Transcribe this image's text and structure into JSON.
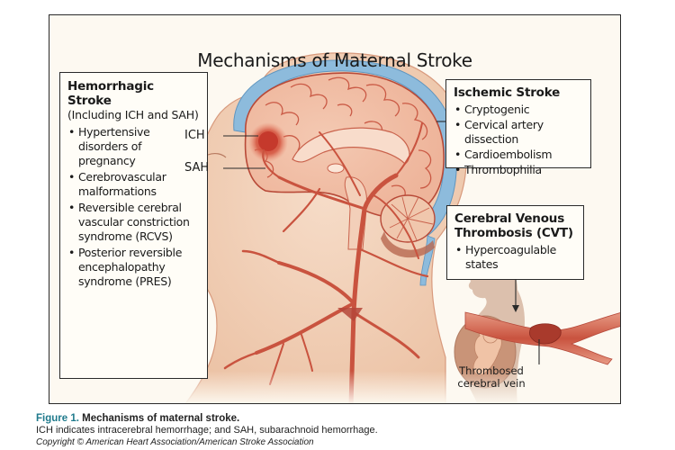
{
  "figure": {
    "title": "Mechanisms of Maternal Stroke",
    "hemorrhagic": {
      "heading": "Hemorrhagic Stroke",
      "subheading": "(Including ICH and SAH)",
      "items": [
        "Hypertensive disorders of pregnancy",
        "Cerebrovascular malformations",
        "Reversible cerebral vascular constriction syndrome (RCVS)",
        "Posterior reversible encephalopathy syndrome (PRES)"
      ]
    },
    "ischemic": {
      "heading": "Ischemic Stroke",
      "items": [
        "Cryptogenic",
        "Cervical artery dissection",
        "Cardioembolism",
        "Thrombophilia"
      ]
    },
    "cvt": {
      "heading_line1": "Cerebral Venous",
      "heading_line2": "Thrombosis (CVT)",
      "items": [
        "Hypercoagulable states"
      ]
    },
    "labels": {
      "ich": "ICH",
      "sah": "SAH",
      "vein_line1": "Thrombosed",
      "vein_line2": "cerebral vein"
    },
    "colors": {
      "frame_bg": "#fdf9f1",
      "skin": "#f3d3bd",
      "artery": "#c9533f",
      "csf_blue": "#7fb2d6",
      "silhouette": "#dcc0ad",
      "caption_accent": "#1f7a8c"
    }
  },
  "caption": {
    "figure_label": "Figure 1.",
    "figure_title": "Mechanisms of maternal stroke.",
    "description": "ICH indicates intracerebral hemorrhage; and SAH, subarachnoid hemorrhage.",
    "copyright": "Copyright © American Heart Association/American Stroke Association"
  }
}
